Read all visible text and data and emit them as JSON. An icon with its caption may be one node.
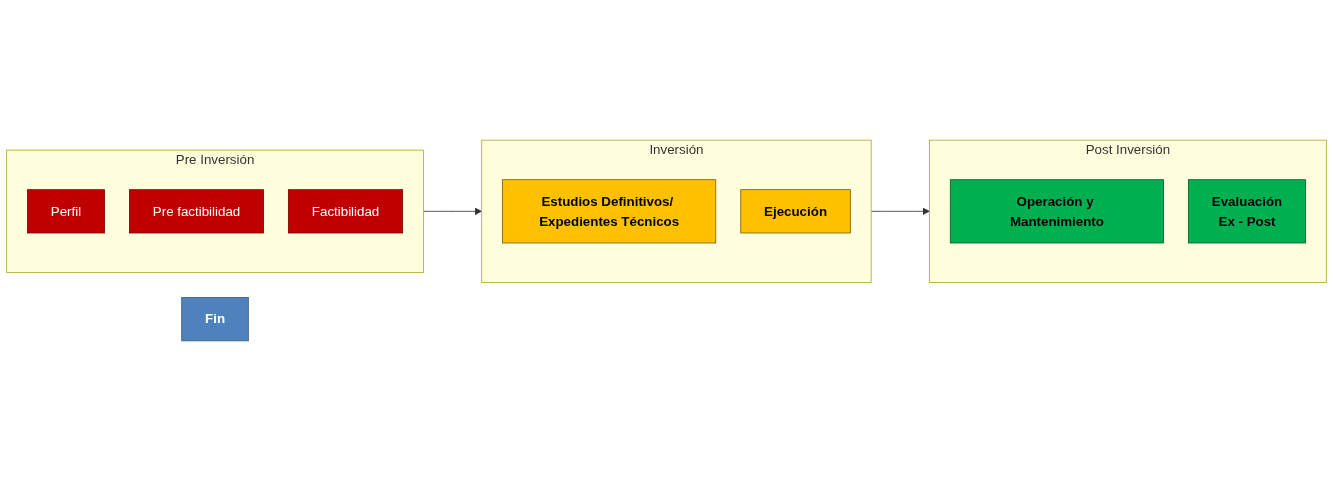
{
  "diagram": {
    "nodes": [
      {
        "text": [
          "Pre Inversión"
        ]
      },
      {
        "text": [
          "Perfil"
        ],
        "in": 0
      },
      {
        "text": [
          "Pre factibilidad"
        ],
        "in": 0
      },
      {
        "text": [
          "Factibilidad"
        ],
        "in": 0
      },
      {
        "text": [
          "Inversión"
        ]
      },
      {
        "text": [
          "Estudios Definitivos/ Expedientes Técnicos"
        ],
        "in": 4
      },
      {
        "text": [
          "Ejecución"
        ],
        "in": 4
      },
      {
        "text": [
          "Post Inversión"
        ]
      },
      {
        "text": [
          "Operación y Mantenimiento"
        ],
        "in": 7
      },
      {
        "text": [
          "Evaluación",
          "Ex - Post"
        ],
        "in": 7
      },
      {
        "text": [
          "Fin"
        ]
      }
    ],
    "edges": [
      {
        "from": 0,
        "to": 4,
        "arrow": "to"
      },
      {
        "from": 4,
        "to": 7,
        "arrow": "to"
      }
    ]
  }
}
